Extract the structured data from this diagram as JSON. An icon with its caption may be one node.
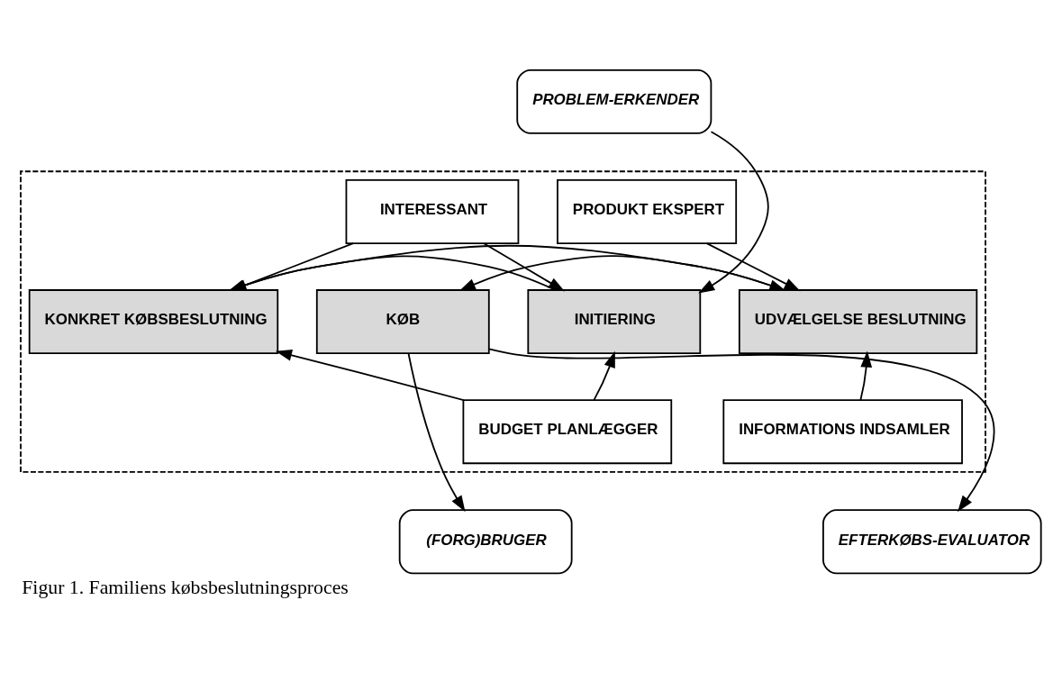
{
  "diagram": {
    "caption": "Figur 1. Familiens købsbeslutningsproces",
    "nodes": [
      {
        "text": [
          "PROBLEM-ERKENDER"
        ]
      },
      {
        "text": [],
        "shape": "box"
      },
      {
        "text": [
          "INTERESSANT"
        ],
        "in": 1
      },
      {
        "text": [
          "PRODUKT EKSPERT"
        ],
        "in": 1
      },
      {
        "text": [
          "INITIERING"
        ],
        "in": 1
      },
      {
        "text": [
          "KONKRET KØBSBESLUTNING"
        ],
        "in": 1
      },
      {
        "text": [
          "UDVÆLGELSE BESLUTNING"
        ],
        "in": 1
      },
      {
        "text": [
          "KØB"
        ],
        "in": 1
      },
      {
        "text": [
          "BUDGET PLANLÆGGER"
        ],
        "in": 1
      },
      {
        "text": [
          "INFORMATIONS INDSAMLER"
        ],
        "in": 1
      },
      {
        "text": [
          "(FORG)BRUGER"
        ]
      },
      {
        "text": [
          "EFTERKØBS-EVALUATOR"
        ]
      }
    ],
    "edges": [
      {
        "from": 0,
        "to": 4,
        "arrow": "to"
      },
      {
        "from": 2,
        "to": 4,
        "arrow": "to"
      },
      {
        "from": 2,
        "to": 5,
        "arrow": "to"
      },
      {
        "from": 3,
        "to": 6,
        "arrow": "to"
      },
      {
        "from": 4,
        "to": 5,
        "arrow": "to"
      },
      {
        "from": 5,
        "to": 6,
        "arrow": "to"
      },
      {
        "from": 6,
        "to": 7,
        "arrow": "to"
      },
      {
        "from": 8,
        "to": 4,
        "arrow": "to"
      },
      {
        "from": 8,
        "to": 5,
        "arrow": "to"
      },
      {
        "from": 9,
        "to": 6,
        "arrow": "to"
      },
      {
        "from": 7,
        "to": 10,
        "arrow": "to"
      },
      {
        "from": 7,
        "to": 11,
        "arrow": "to"
      }
    ]
  }
}
